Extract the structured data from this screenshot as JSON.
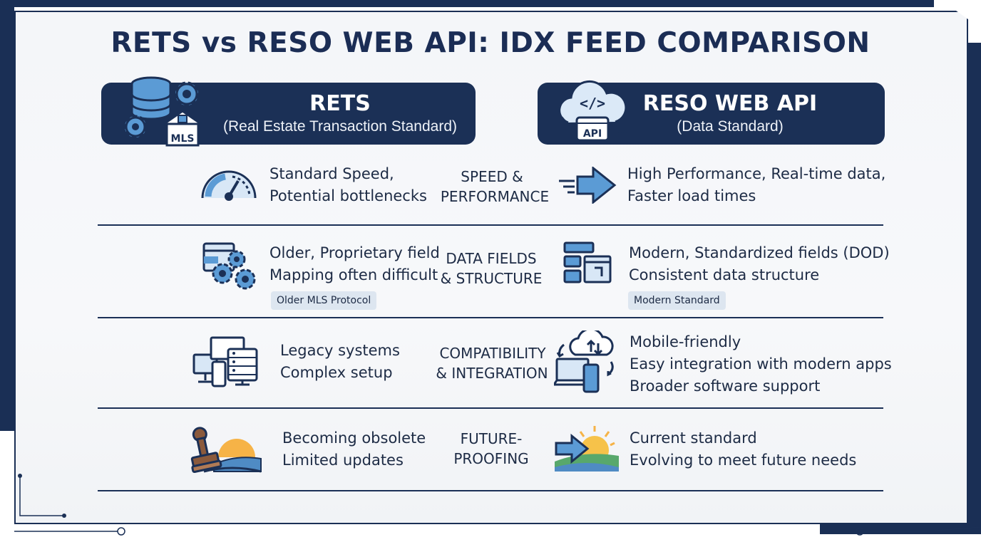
{
  "title": "RETS vs RESO WEB API: IDX FEED COMPARISON",
  "left_header": {
    "title": "RETS",
    "subtitle": "(Real Estate Transaction Standard)",
    "icon": "database-gears-house-icon",
    "icon_label": "MLS"
  },
  "right_header": {
    "title": "RESO WEB API",
    "subtitle": "(Data Standard)",
    "icon": "cloud-code-api-icon",
    "icon_label": "API"
  },
  "rows": [
    {
      "category_line1": "SPEED &",
      "category_line2": "PERFORMANCE",
      "left_line1": "Standard Speed,",
      "left_line2": "Potential bottlenecks",
      "right_line1": "High Performance, Real-time data,",
      "right_line2": "Faster load times",
      "left_icon": "speedometer-icon",
      "right_icon": "fast-arrow-icon"
    },
    {
      "category_line1": "DATA FIELDS",
      "category_line2": "& STRUCTURE",
      "left_line1": "Older, Proprietary field",
      "left_line2": "Mapping often difficult",
      "right_line1": "Modern, Standardized fields (DOD)",
      "right_line2": "Consistent data structure",
      "left_badge": "Older MLS Protocol",
      "right_badge": "Modern Standard",
      "left_icon": "window-gears-icon",
      "right_icon": "structured-blocks-icon"
    },
    {
      "category_line1": "COMPATIBILITY",
      "category_line2": "& INTEGRATION",
      "left_line1": "Legacy systems",
      "left_line2": "Complex setup",
      "right_line1": "Mobile-friendly",
      "right_line2": "Easy integration with modern apps",
      "right_line3": "Broader software support",
      "left_icon": "legacy-devices-server-icon",
      "right_icon": "cloud-sync-devices-icon"
    },
    {
      "category_line1": "FUTURE-",
      "category_line2": "PROOFING",
      "left_line1": "Becoming obsolete",
      "left_line2": "Limited updates",
      "right_line1": "Current standard",
      "right_line2": "Evolving to meet future needs",
      "left_icon": "stamp-sunset-icon",
      "right_icon": "arrow-sunrise-icon"
    }
  ],
  "colors": {
    "navy": "#1b3056",
    "accent_blue": "#5b9bd5",
    "light_blue": "#a9cdef",
    "badge_bg": "#dde6f0",
    "card_bg": "#f4f6f9"
  }
}
